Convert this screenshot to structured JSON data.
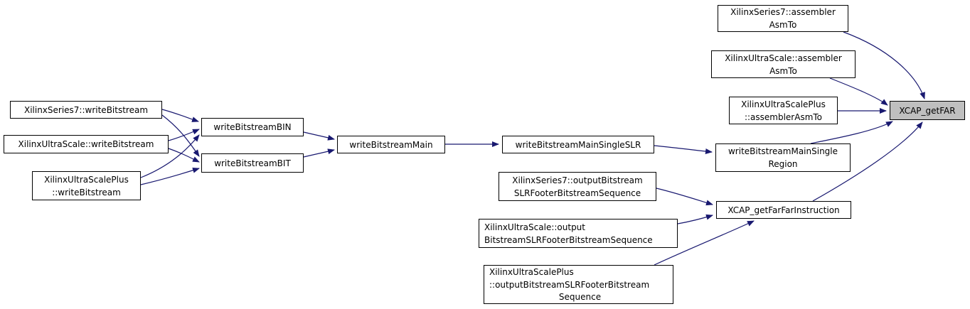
{
  "diagram": {
    "type": "call-graph",
    "focus_function": "XCAP_getFAR",
    "colors": {
      "background": "#ffffff",
      "node_fill": "#ffffff",
      "node_border": "#000000",
      "focus_node_fill": "#bfbfbf",
      "edge": "#191970"
    },
    "nodes": {
      "s7Write": {
        "lines": [
          "XilinxSeries7::writeBitstream"
        ]
      },
      "usWrite": {
        "lines": [
          "XilinxUltraScale::writeBitstream"
        ]
      },
      "uspWrite": {
        "lines": [
          "XilinxUltraScalePlus",
          "::writeBitstream"
        ]
      },
      "bin": {
        "lines": [
          "writeBitstreamBIN"
        ]
      },
      "bit": {
        "lines": [
          "writeBitstreamBIT"
        ]
      },
      "main": {
        "lines": [
          "writeBitstreamMain"
        ]
      },
      "slr": {
        "lines": [
          "writeBitstreamMainSingleSLR"
        ]
      },
      "region": {
        "lines": [
          "writeBitstreamMainSingle",
          "Region"
        ]
      },
      "farfar": {
        "lines": [
          "XCAP_getFarFarInstruction"
        ]
      },
      "s7Out": {
        "lines": [
          "XilinxSeries7::outputBitstream",
          "SLRFooterBitstreamSequence"
        ]
      },
      "usOut": {
        "lines": [
          "XilinxUltraScale::output",
          "BitstreamSLRFooterBitstreamSequence"
        ]
      },
      "uspOut": {
        "lines": [
          "XilinxUltraScalePlus",
          "::outputBitstreamSLRFooterBitstream",
          "Sequence"
        ]
      },
      "s7Asm": {
        "lines": [
          "XilinxSeries7::assembler",
          "AsmTo"
        ]
      },
      "usAsm": {
        "lines": [
          "XilinxUltraScale::assembler",
          "AsmTo"
        ]
      },
      "uspAsm": {
        "lines": [
          "XilinxUltraScalePlus",
          "::assemblerAsmTo"
        ]
      },
      "getfar": {
        "lines": [
          "XCAP_getFAR"
        ]
      }
    },
    "edges": [
      {
        "from": "s7Write",
        "to": "bin"
      },
      {
        "from": "s7Write",
        "to": "bit"
      },
      {
        "from": "usWrite",
        "to": "bin"
      },
      {
        "from": "usWrite",
        "to": "bit"
      },
      {
        "from": "uspWrite",
        "to": "bin"
      },
      {
        "from": "uspWrite",
        "to": "bit"
      },
      {
        "from": "bin",
        "to": "main"
      },
      {
        "from": "bit",
        "to": "main"
      },
      {
        "from": "main",
        "to": "slr"
      },
      {
        "from": "slr",
        "to": "region"
      },
      {
        "from": "region",
        "to": "getfar"
      },
      {
        "from": "farfar",
        "to": "getfar"
      },
      {
        "from": "s7Asm",
        "to": "getfar"
      },
      {
        "from": "usAsm",
        "to": "getfar"
      },
      {
        "from": "uspAsm",
        "to": "getfar"
      },
      {
        "from": "s7Out",
        "to": "farfar"
      },
      {
        "from": "usOut",
        "to": "farfar"
      },
      {
        "from": "uspOut",
        "to": "farfar"
      }
    ]
  }
}
